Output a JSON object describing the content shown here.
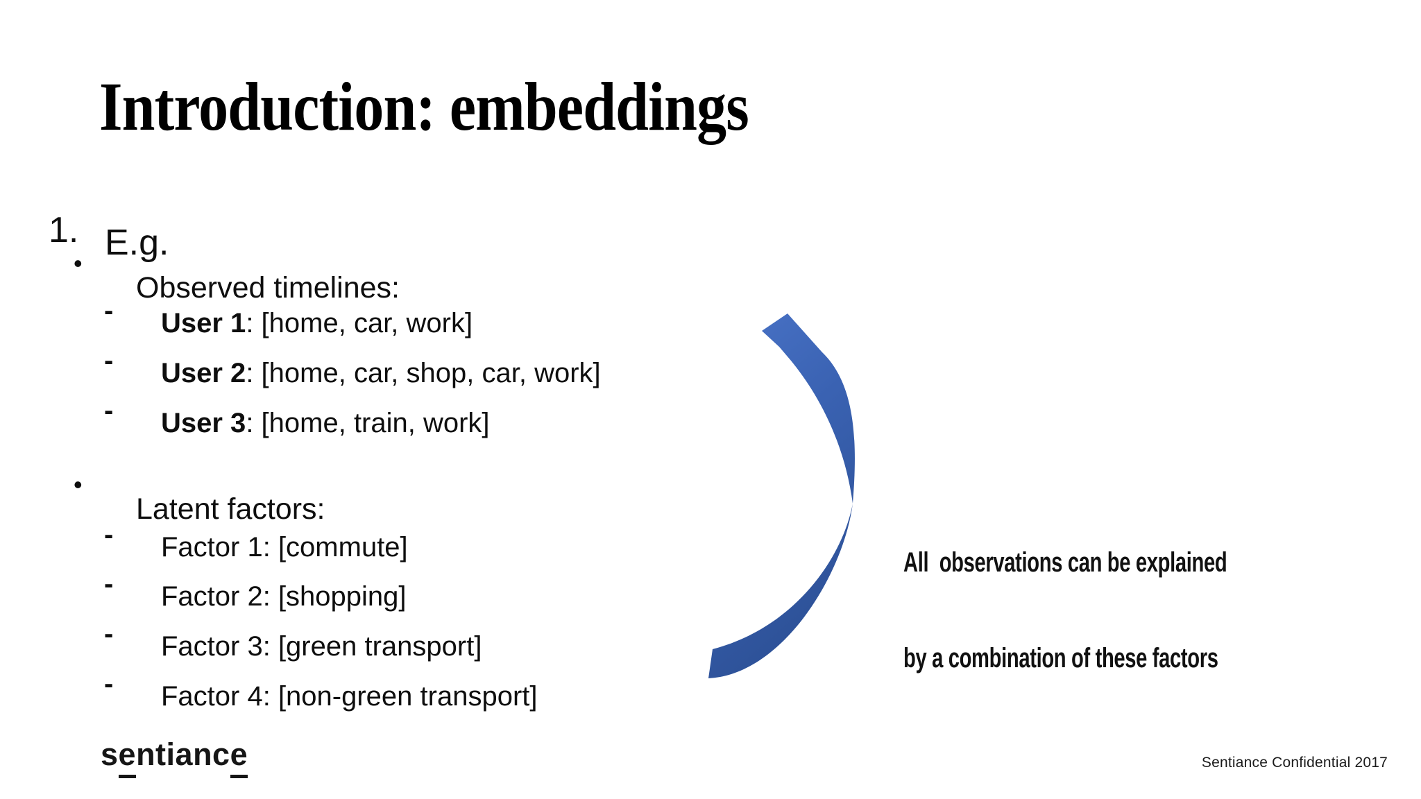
{
  "slide": {
    "title": "Introduction: embeddings",
    "list": {
      "number": "1.",
      "heading": "E.g.",
      "groups": [
        {
          "marker": "•",
          "label": "Observed timelines:",
          "items": [
            {
              "marker": "-",
              "bold": "User 1",
              "rest": ": [home, car, work]"
            },
            {
              "marker": "-",
              "bold": "User 2",
              "rest": ": [home, car, shop, car, work]"
            },
            {
              "marker": "-",
              "bold": "User 3",
              "rest": ": [home, train, work]"
            }
          ]
        },
        {
          "marker": "•",
          "label": "Latent factors:",
          "items": [
            {
              "marker": "-",
              "bold": "",
              "rest": "Factor 1: [commute]"
            },
            {
              "marker": "-",
              "bold": "",
              "rest": "Factor 2: [shopping]"
            },
            {
              "marker": "-",
              "bold": "",
              "rest": "Factor 3: [green transport]"
            },
            {
              "marker": "-",
              "bold": "",
              "rest": "Factor 4: [non-green transport]"
            }
          ]
        }
      ]
    },
    "annotation": {
      "line1": "All  observations can be explained",
      "line2": "by a combination of these factors"
    },
    "colors": {
      "arrow_gradient_start": "#4a74c8",
      "arrow_gradient_mid": "#3a62b2",
      "arrow_gradient_end": "#2d5197"
    },
    "logo": {
      "part1": "s",
      "part2_underlined": "e",
      "part3": "ntianc",
      "part4_underlined": "e"
    },
    "footer": "Sentiance Confidential 2017"
  }
}
